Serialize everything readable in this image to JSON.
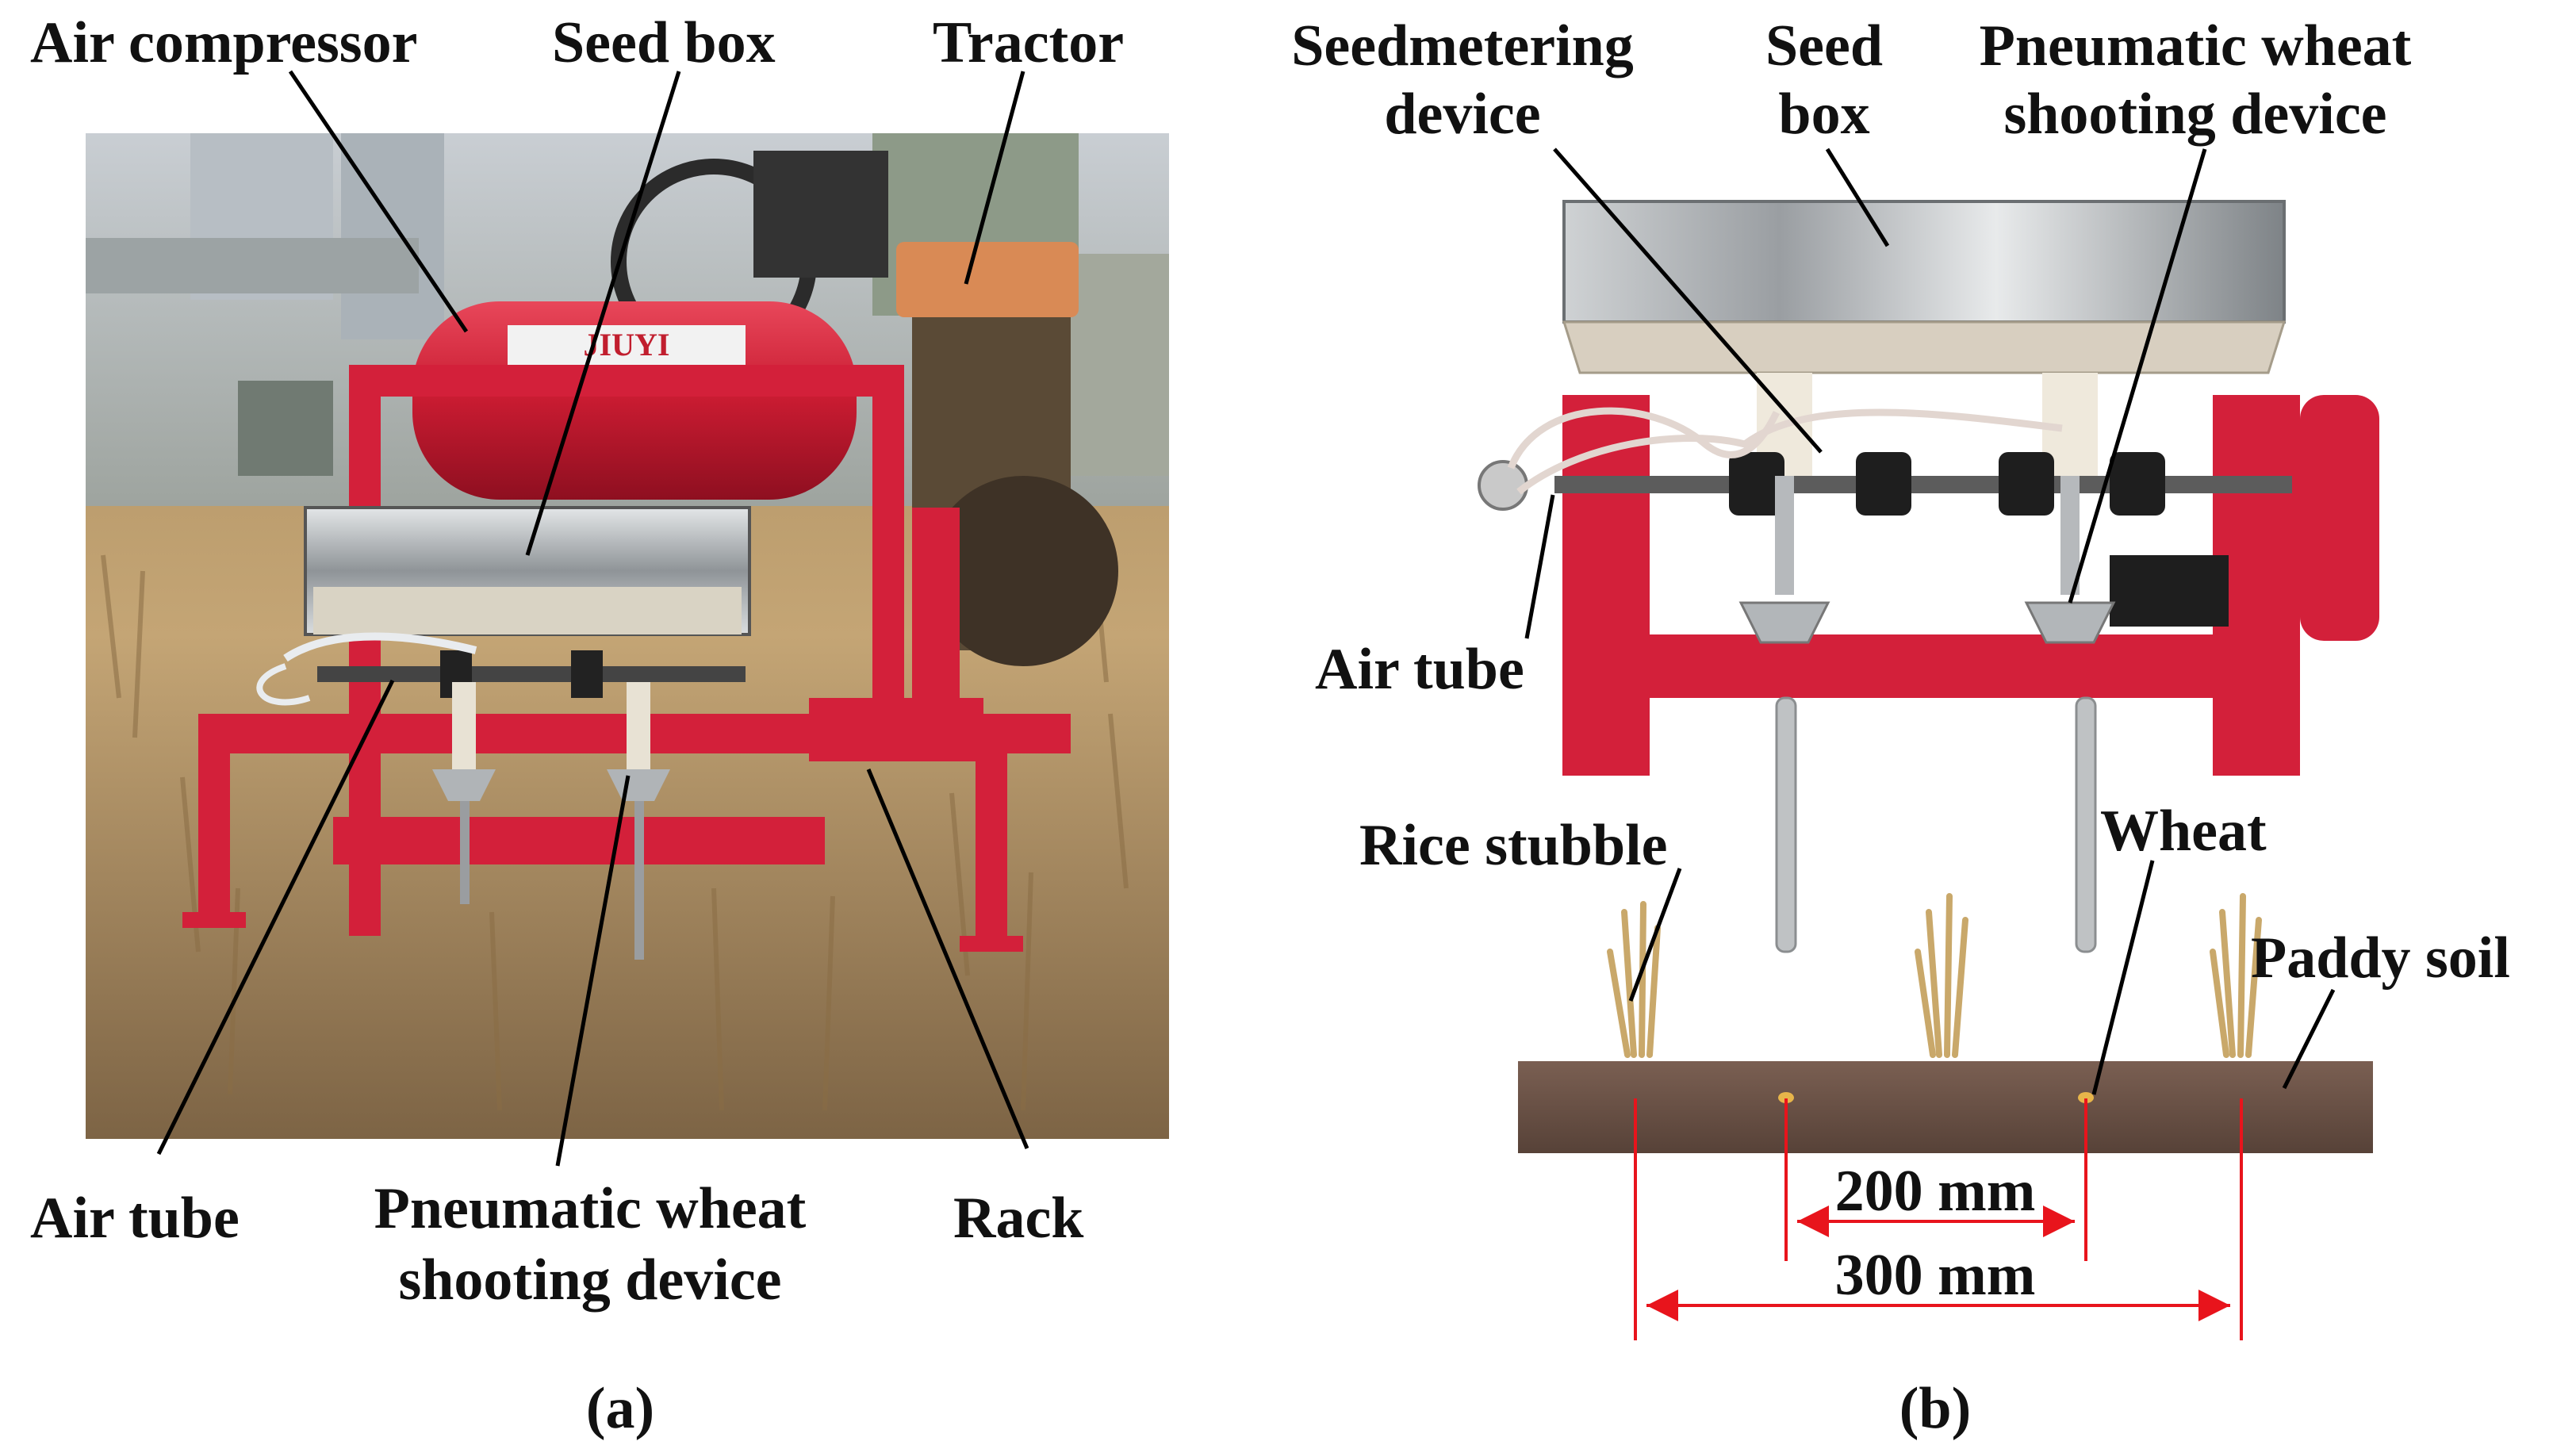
{
  "panel_a": {
    "labels": {
      "air_compressor": "Air compressor",
      "seed_box": "Seed box",
      "tractor": "Tractor",
      "air_tube": "Air tube",
      "pneumatic_line1": "Pneumatic wheat",
      "pneumatic_line2": "shooting device",
      "rack": "Rack"
    },
    "caption": "(a)",
    "compressor_brand": "JIUYI"
  },
  "panel_b": {
    "labels": {
      "seedmetering_line1": "Seedmetering",
      "seedmetering_line2": "device",
      "seed_box_line1": "Seed",
      "seed_box_line2": "box",
      "pneumatic_line1": "Pneumatic wheat",
      "pneumatic_line2": "shooting device",
      "air_tube": "Air tube",
      "rice_stubble": "Rice stubble",
      "wheat": "Wheat",
      "paddy_soil": "Paddy soil"
    },
    "dimensions": {
      "spacing_200": "200 mm",
      "spacing_300": "300 mm"
    },
    "caption": "(b)"
  },
  "colors": {
    "frame_red": "#d3203a",
    "dimension_red": "#e8141c",
    "soil": "#6b5347",
    "straw": "#c9a86a",
    "steel": "#b9bcc0"
  }
}
